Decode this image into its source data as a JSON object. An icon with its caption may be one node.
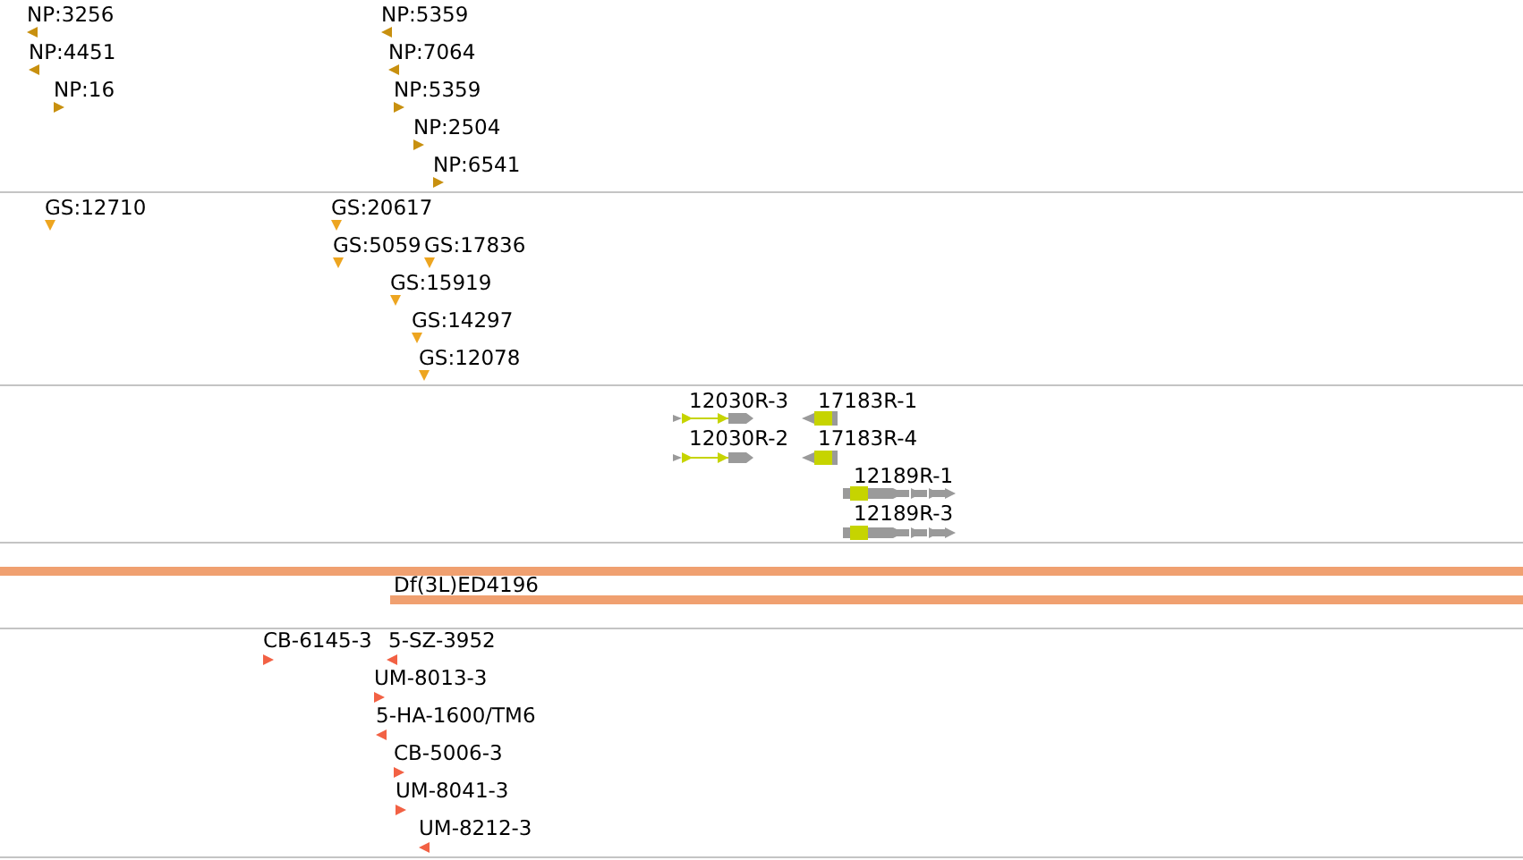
{
  "diagram": {
    "labels": [
      "NP:3256",
      "NP:5359",
      "NP:4451",
      "NP:7064",
      "NP:16",
      "NP:5359",
      "NP:2504",
      "NP:6541",
      "GS:12710",
      "GS:20617",
      "GS:5059",
      "GS:17836",
      "GS:15919",
      "GS:14297",
      "GS:12078",
      "12030R-3",
      "17183R-1",
      "12030R-2",
      "17183R-4",
      "12189R-1",
      "12189R-3",
      "Df(3L)ED4196",
      "CB-6145-3",
      "5-SZ-3952",
      "UM-8013-3",
      "5-HA-1600/TM6",
      "CB-5006-3",
      "UM-8041-3",
      "UM-8212-3"
    ]
  }
}
